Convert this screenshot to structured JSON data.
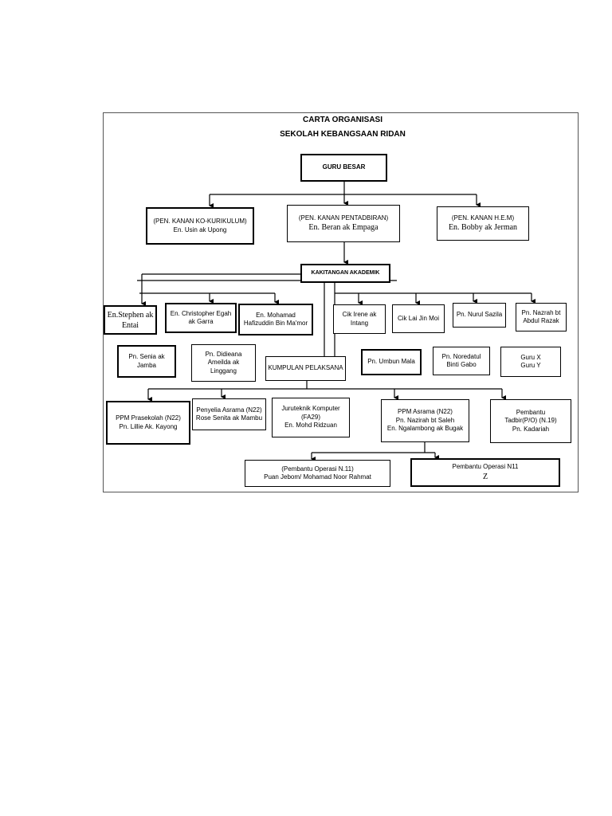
{
  "title": {
    "line1": "CARTA ORGANISASI",
    "line2": "SEKOLAH KEBANGSAAN RIDAN"
  },
  "guru_besar": "GURU BESAR",
  "pen_kanan": {
    "kokurikulum_title": "(PEN. KANAN KO-KURIKULUM)",
    "kokurikulum_name": "En. Usin ak Upong",
    "pentadbiran_title": "(PEN. KANAN PENTADBIRAN)",
    "pentadbiran_name": "En. Beran ak Empaga",
    "hem_title": "(PEN. KANAN H.E.M)",
    "hem_name": "En. Bobby ak Jerman"
  },
  "kakitangan_akademik": "KAKITANGAN AKADEMIK",
  "teachers_row1": [
    "En.Stephen ak\nEntai",
    "En. Christopher Egah\nak Garra",
    "En. Mohamad\nHafizuddin Bin Ma'mor",
    "Cik Irene ak\nIntang",
    "Cik Lai Jin Moi",
    "Pn. Nurul Sazila",
    "Pn. Nazrah bt\nAbdul Razak"
  ],
  "teachers_row2": [
    "Pn. Senia ak\nJamba",
    "Pn. Didieana\nAmeilda ak\nLinggang",
    "Pn. Umbun Mala",
    "Pn. Noredatul\nBinti Gabo",
    "Guru X\nGuru Y"
  ],
  "kumpulan_pelaksana": "KUMPULAN PELAKSANA",
  "staff": [
    "PPM Prasekolah (N22)\nPn. Lillie Ak. Kayong",
    "Penyelia Asrama (N22)\nRose Senita ak Mambu",
    "Juruteknik Komputer\n(FA29)\nEn. Mohd Ridzuan",
    "PPM Asrama (N22)\nPn. Nazirah bt Saleh\nEn. Ngalambong ak Bugak",
    "Pembantu\nTadbir(P/O) (N.19)\nPn. Kadariah"
  ],
  "operasi": {
    "left": "(Pembantu Operasi N.11)\nPuan Jebom/ Mohamad Noor Rahmat",
    "right_title": "Pembantu Operasi N11",
    "right_name": "Z"
  }
}
